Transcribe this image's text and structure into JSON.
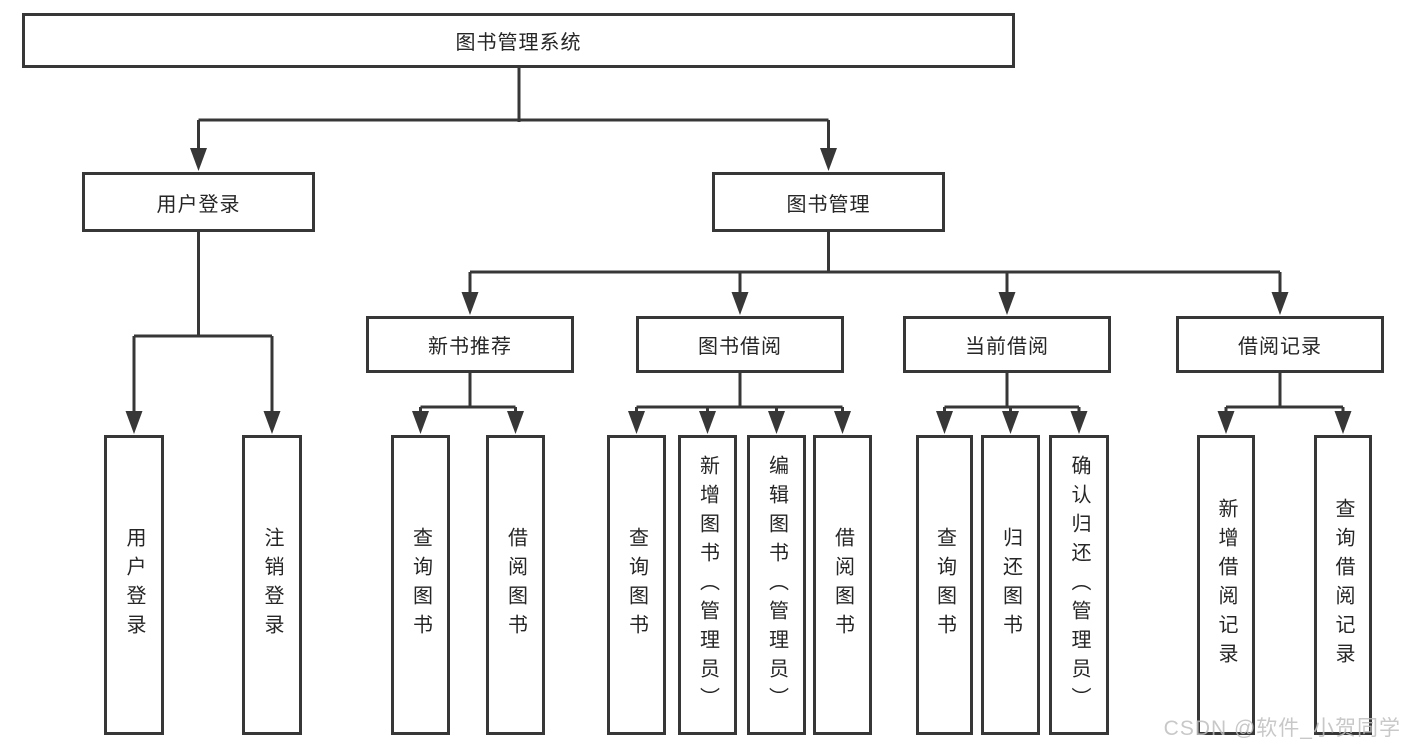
{
  "diagram": {
    "root": "图书管理系统",
    "level2": [
      "用户登录",
      "图书管理"
    ],
    "level3": [
      "新书推荐",
      "图书借阅",
      "当前借阅",
      "借阅记录"
    ],
    "leaves_user_login": [
      "用户登录",
      "注销登录"
    ],
    "leaves_new_books": [
      "查询图书",
      "借阅图书"
    ],
    "leaves_book_borrow": [
      "查询图书",
      "新增图书（管理员）",
      "编辑图书（管理员）",
      "借阅图书"
    ],
    "leaves_current_borrow": [
      "查询图书",
      "归还图书",
      "确认归还（管理员）"
    ],
    "leaves_borrow_records": [
      "新增借阅记录",
      "查询借阅记录"
    ]
  },
  "watermark": "CSDN @软件_小贺同学",
  "colors": {
    "line": "#373737",
    "box_background": "#ffffff",
    "text": "#262626",
    "watermark": "#bfbfbf"
  }
}
